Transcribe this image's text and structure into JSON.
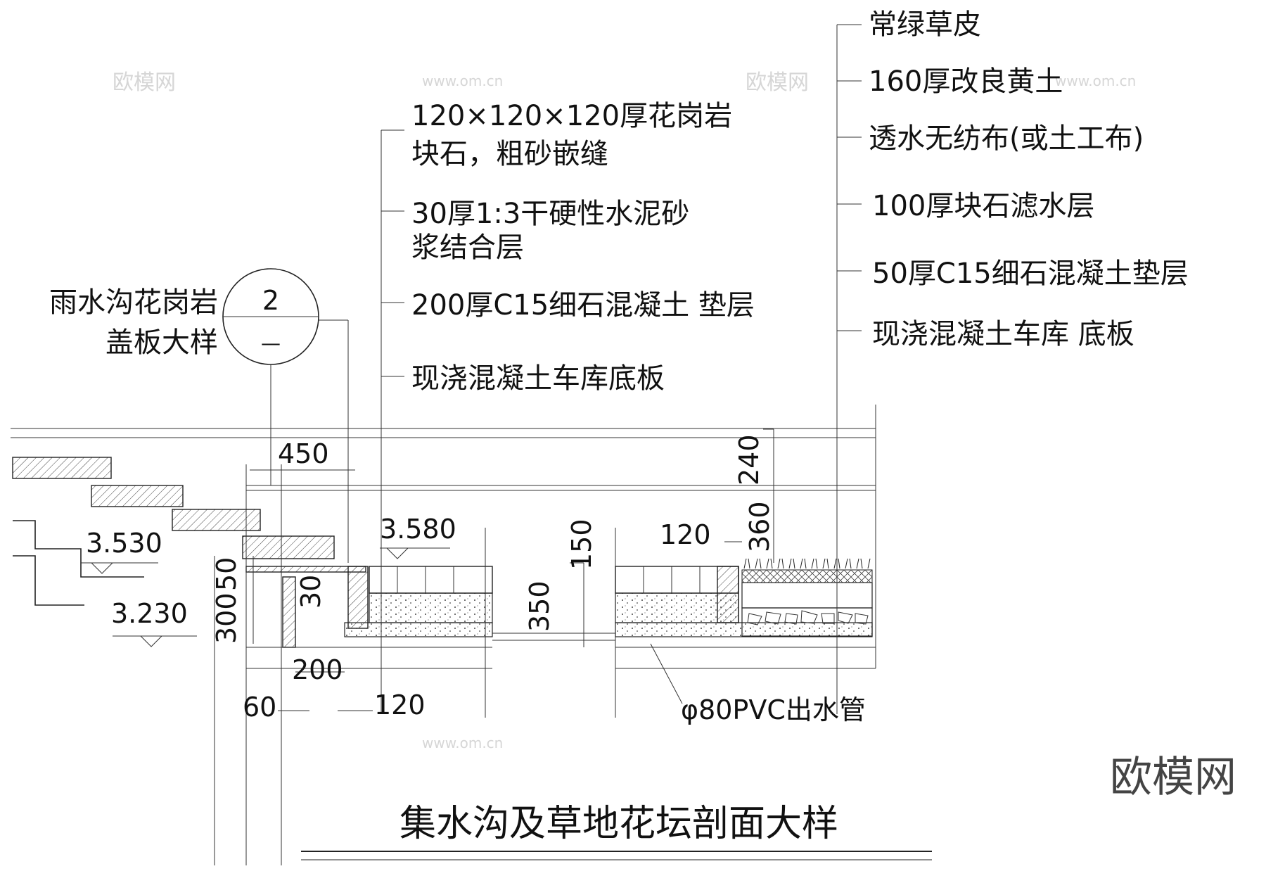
{
  "title": "集水沟及草地花坛剖面大样",
  "brand": "欧模网",
  "watermarks": [
    "欧模网",
    "www.om.cn",
    "www.om.cn",
    "欧模网",
    "www.om.cn"
  ],
  "detail_callout": {
    "label_line1": "雨水沟花岗岩",
    "label_line2": "盖板大样",
    "number": "2",
    "sheet": "—"
  },
  "left_layers": {
    "layer1_line1": "120×120×120厚花岗岩",
    "layer1_line2": "块石，粗砂嵌缝",
    "layer2_line1": "30厚1:3干硬性水泥砂",
    "layer2_line2": "浆结合层",
    "layer3": "200厚C15细石混凝土 垫层",
    "layer4": "现浇混凝土车库底板"
  },
  "right_layers": {
    "layer1": "常绿草皮",
    "layer2": "160厚改良黄土",
    "layer3": "透水无纺布(或土工布)",
    "layer4": "100厚块石滤水层",
    "layer5": "50厚C15细石混凝土垫层",
    "layer6": "现浇混凝土车库 底板"
  },
  "elevations": {
    "e1": "3.530",
    "e2": "3.230",
    "e3": "3.580"
  },
  "dimensions": {
    "d450": "450",
    "d50": "50",
    "d300": "300",
    "d30": "30",
    "d200": "200",
    "d60": "60",
    "d120a": "120",
    "d150": "150",
    "d350": "350",
    "d120b": "120",
    "d240": "240",
    "d360": "360"
  },
  "pipe_label": "φ80PVC出水管",
  "colors": {
    "line": "#222222",
    "watermark": "#d6d6d6",
    "brand": "#333333"
  }
}
